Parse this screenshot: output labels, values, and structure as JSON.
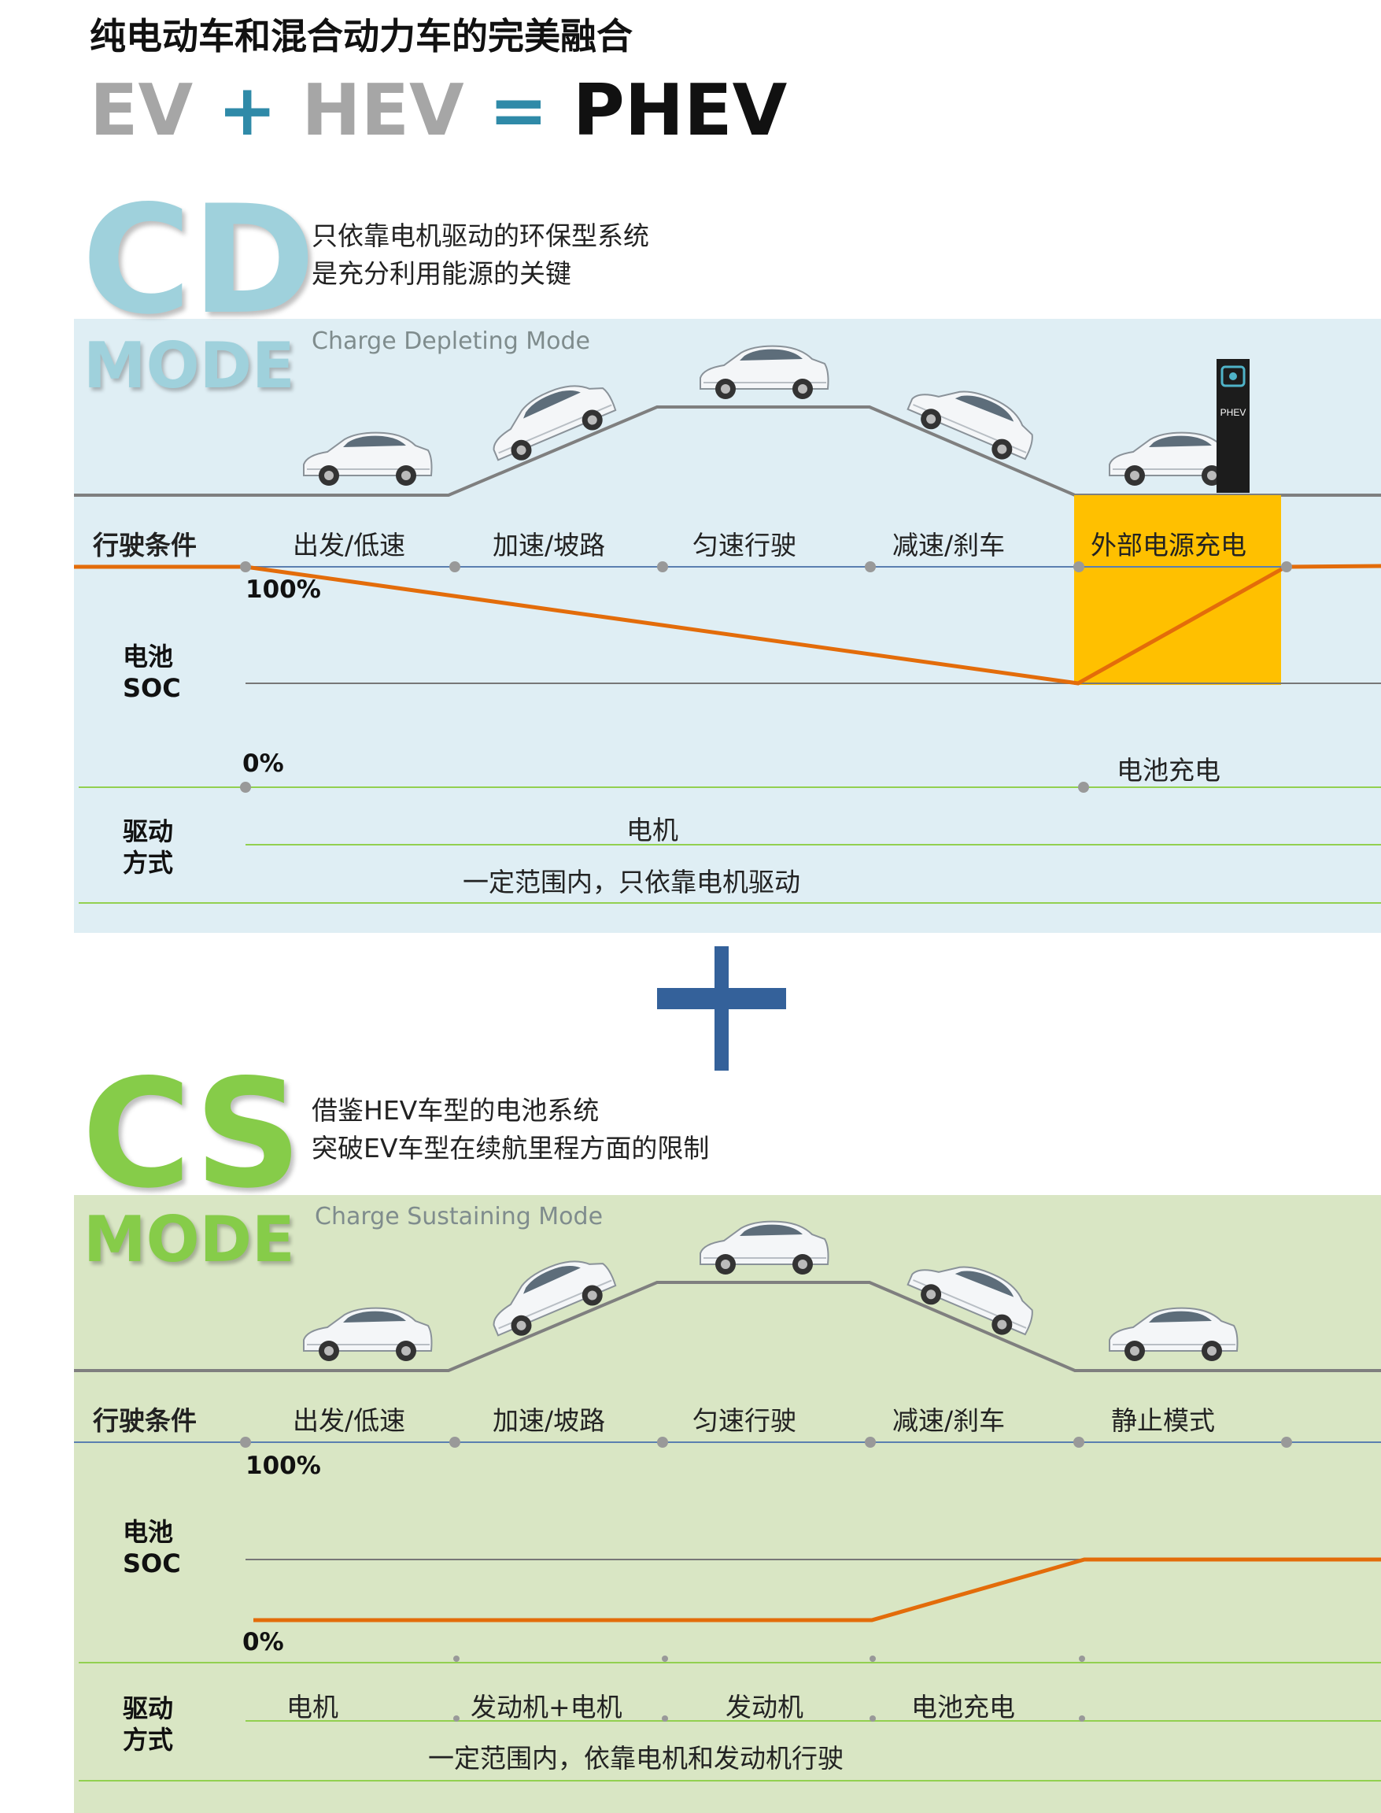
{
  "header": {
    "title": "纯电动车和混合动力车的完美融合",
    "formula": {
      "ev": "EV",
      "plus": "+",
      "hev": "HEV",
      "equals": "=",
      "phev": "PHEV"
    }
  },
  "colors": {
    "cd_panel": "#dfeef4",
    "cs_panel": "#d9e6c4",
    "soc_line": "#e36c0a",
    "charge_box": "#ffc000",
    "road": "#7f7f7f",
    "plus_sign": "#34619a"
  },
  "cd": {
    "big": "CD",
    "mode": "MODE",
    "desc_line1": "只依靠电机驱动的环保型系统",
    "desc_line2": "是充分利用能源的关键",
    "subtitle": "Charge Depleting Mode",
    "charger_label": "PHEV",
    "row_driving": "行驶条件",
    "conditions": [
      "出发/低速",
      "加速/坡路",
      "匀速行驶",
      "减速/刹车",
      "外部电源充电"
    ],
    "soc_label_line1": "电池",
    "soc_label_line2": "SOC",
    "soc_100": "100%",
    "soc_0": "0%",
    "battery_charge": "电池充电",
    "drive_label_line1": "驱动",
    "drive_label_line2": "方式",
    "drive_mode": "电机",
    "drive_note": "一定范围内，只依靠电机驱动"
  },
  "cs": {
    "big": "CS",
    "mode": "MODE",
    "desc_line1": "借鉴HEV车型的电池系统",
    "desc_line2": "突破EV车型在续航里程方面的限制",
    "subtitle": "Charge Sustaining Mode",
    "row_driving": "行驶条件",
    "conditions": [
      "出发/低速",
      "加速/坡路",
      "匀速行驶",
      "减速/刹车",
      "静止模式"
    ],
    "soc_label_line1": "电池",
    "soc_label_line2": "SOC",
    "soc_100": "100%",
    "soc_0": "0%",
    "drive_label_line1": "驱动",
    "drive_label_line2": "方式",
    "drive_modes": [
      "电机",
      "发动机+电机",
      "发动机",
      "电池充电"
    ],
    "drive_note": "一定范围内，依靠电机和发动机行驶"
  }
}
